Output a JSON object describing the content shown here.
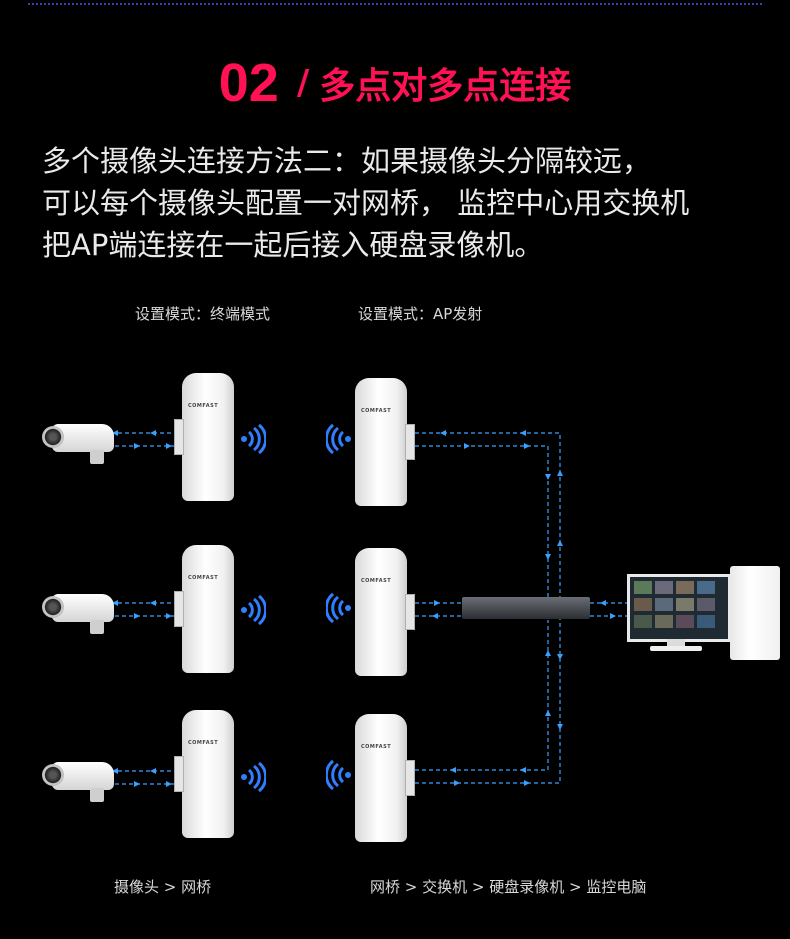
{
  "heading": {
    "number": "02",
    "separator": "/",
    "title": "多点对多点连接"
  },
  "description": {
    "line1": "多个摄像头连接方法二：如果摄像头分隔较远，",
    "line2": "可以每个摄像头配置一对网桥， 监控中心用交换机",
    "line3": "把AP端连接在一起后接入硬盘录像机。"
  },
  "labels": {
    "terminal_mode": "设置模式：终端模式",
    "ap_mode": "设置模式：AP发射",
    "bottom_left": "摄像头  >  网桥",
    "bottom_right": "网桥  >  交换机  >  硬盘录像机  >  监控电脑"
  },
  "device": {
    "bridge_logo": "COMFAST"
  },
  "colors": {
    "accent": "#ff1154",
    "signal": "#2f7fff",
    "link": "#3aa0ff"
  }
}
